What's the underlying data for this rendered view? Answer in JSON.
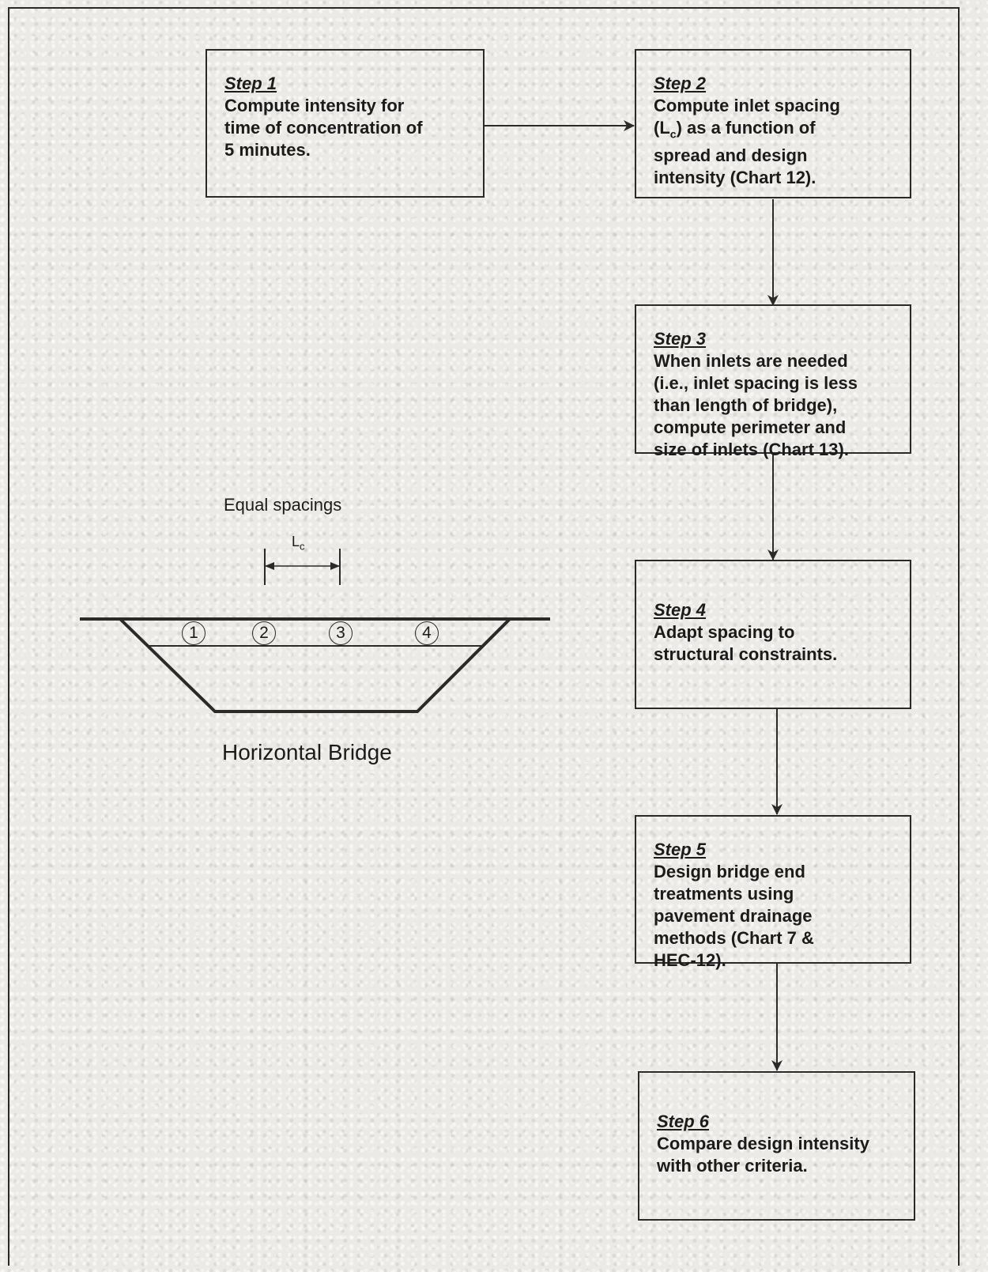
{
  "steps": [
    {
      "title": "Step 1",
      "text": "Compute intensity for\ntime of concentration of\n5 minutes."
    },
    {
      "title": "Step 2",
      "text_before": "Compute inlet spacing\n(L",
      "sub": "c",
      "text_after": ") as a function of\nspread and design\nintensity (Chart 12)."
    },
    {
      "title": "Step 3",
      "text": "When inlets are needed\n(i.e., inlet spacing is less\nthan length of bridge),\ncompute perimeter and\nsize of inlets (Chart 13)."
    },
    {
      "title": "Step 4",
      "text": "Adapt spacing to\nstructural constraints."
    },
    {
      "title": "Step 5",
      "text": "Design bridge end\ntreatments using\npavement drainage\nmethods (Chart 7 &\nHEC-12)."
    },
    {
      "title": "Step 6",
      "text": "Compare design intensity\nwith other criteria."
    }
  ],
  "bridge": {
    "spacing_label": "Equal spacings",
    "lc_main": "L",
    "lc_sub": "c",
    "inlets": [
      "1",
      "2",
      "3",
      "4"
    ],
    "title": "Horizontal Bridge"
  },
  "colors": {
    "background": "#ebeae6",
    "ink": "#2a2a2a"
  }
}
